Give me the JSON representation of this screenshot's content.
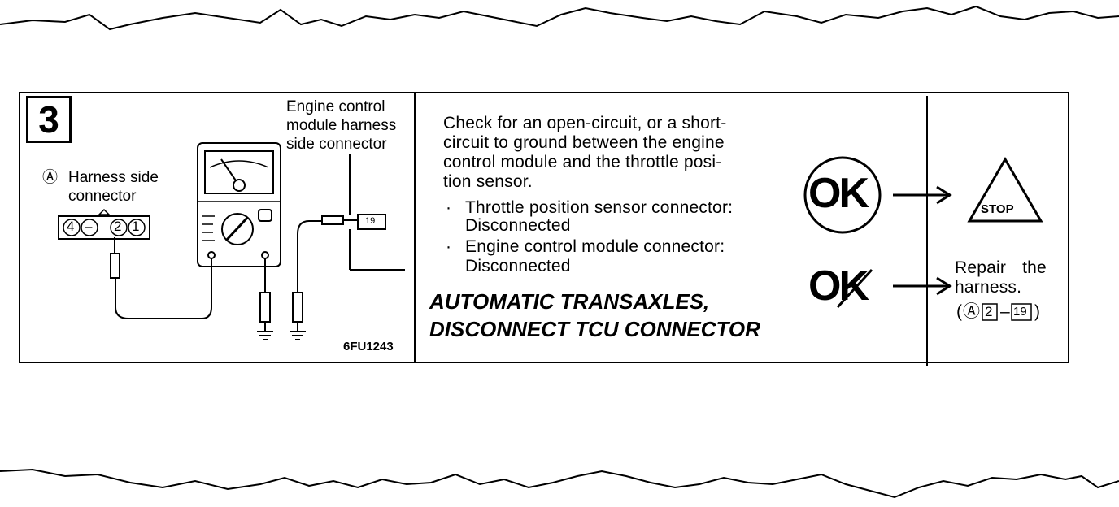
{
  "step": {
    "number": "3"
  },
  "diagram": {
    "harness_marker": "Ⓐ",
    "harness_label_line1": "Harness side",
    "harness_label_line2": "connector",
    "pins": [
      "4",
      "–",
      "2",
      "1"
    ],
    "ecm_label_line1": "Engine control",
    "ecm_label_line2": "module harness",
    "ecm_label_line3": "side connector",
    "ecm_pin": "19",
    "figure_code": "6FU1243"
  },
  "instructions": {
    "check_lines": [
      "Check for an open-circuit, or a short-",
      "circuit to ground between the engine",
      "control module and the throttle posi-",
      "tion sensor."
    ],
    "bullets": [
      {
        "mark": "·",
        "line1": "Throttle position sensor connector:",
        "line2": "Disconnected"
      },
      {
        "mark": "·",
        "line1": "Engine control module connector:",
        "line2": "Disconnected"
      }
    ],
    "warning_line1": "AUTOMATIC TRANSAXLES,",
    "warning_line2": "DISCONNECT TCU CONNECTOR"
  },
  "results": {
    "ok_label": "OK",
    "ng_label": "OK",
    "stop_label": "STOP",
    "repair_line1": "Repair the",
    "repair_line2": "harness.",
    "repair_open": "(",
    "repair_marker": "Ⓐ",
    "repair_pin_a": "2",
    "repair_dash": "–",
    "repair_pin_b": "19",
    "repair_close": ")"
  }
}
